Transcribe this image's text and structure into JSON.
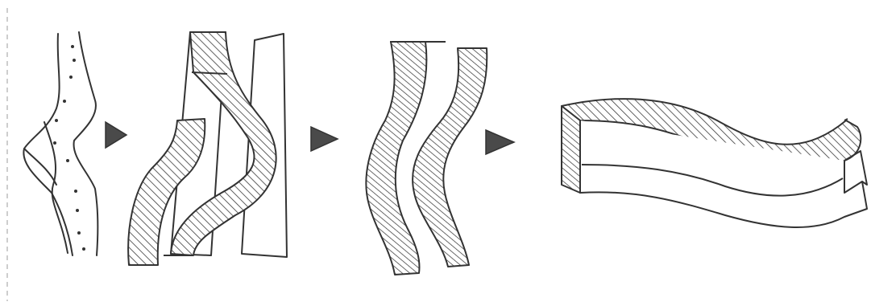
{
  "diagram": {
    "steps": [
      {
        "id": "step-1",
        "shape": "sinuous-ribbon-outline"
      },
      {
        "id": "step-2",
        "shape": "overlapping-hatched-bands"
      },
      {
        "id": "step-3",
        "shape": "twin-hatched-curved-walls"
      },
      {
        "id": "step-4",
        "shape": "extruded-wavy-volume"
      }
    ],
    "arrow_count": 3,
    "colors": {
      "ink": "#333333",
      "hatch": "#3a3a3a",
      "paper": "#ffffff",
      "margin_line": "#bdbdbd"
    }
  }
}
